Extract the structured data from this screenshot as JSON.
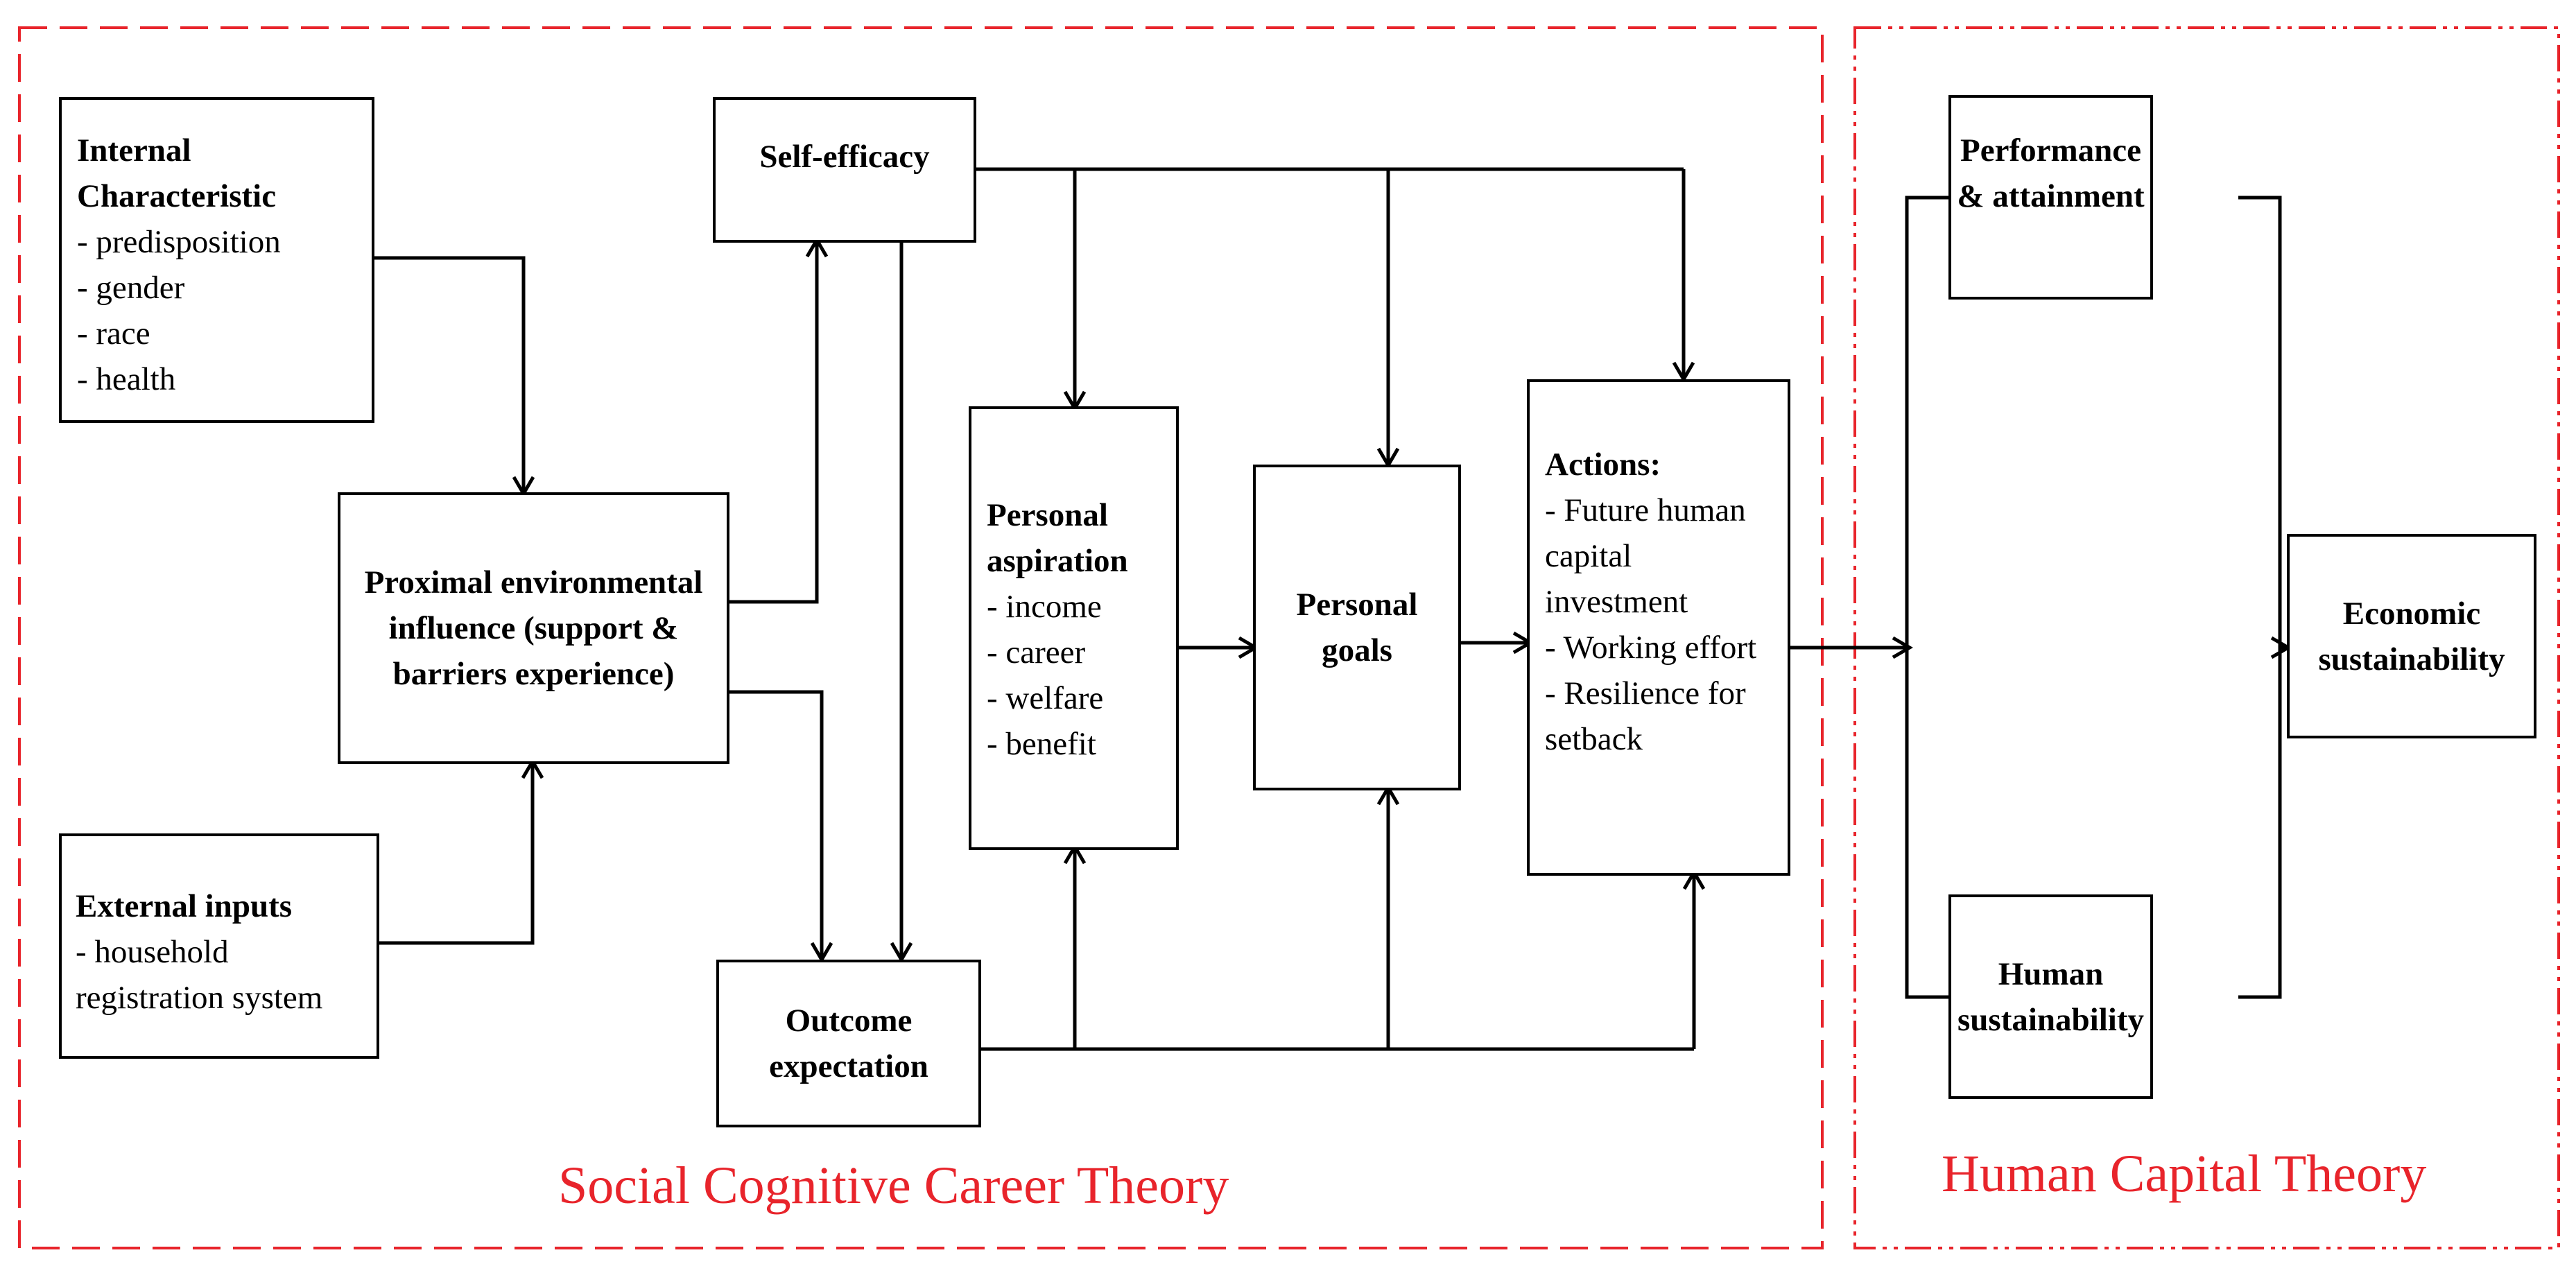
{
  "colors": {
    "frame": "#e8242b",
    "line": "#000000",
    "text": "#000000"
  },
  "frames": {
    "sccl_label": "Social Cognitive Career Theory",
    "hct_label": "Human Capital Theory"
  },
  "boxes": {
    "internal": {
      "title": "Internal Characteristic",
      "items": [
        "- predisposition",
        "- gender",
        "- race",
        "- health"
      ]
    },
    "external": {
      "title": "External inputs",
      "items": [
        "- household registration system"
      ]
    },
    "proximal": {
      "title": "Proximal environmental influence (support & barriers experience)"
    },
    "self_efficacy": {
      "title": "Self-efficacy"
    },
    "outcome": {
      "title": "Outcome expectation"
    },
    "aspiration": {
      "title": "Personal aspiration",
      "items": [
        "- income",
        "- career",
        "- welfare",
        "- benefit"
      ]
    },
    "goals": {
      "title": "Personal goals"
    },
    "actions": {
      "title": "Actions:",
      "items": [
        "- Future human capital investment",
        "- Working effort",
        "- Resilience for setback"
      ]
    },
    "performance": {
      "title": "Performance & attainment"
    },
    "human_sust": {
      "title": "Human sustainability"
    },
    "economic": {
      "title": "Economic sustainability"
    }
  }
}
